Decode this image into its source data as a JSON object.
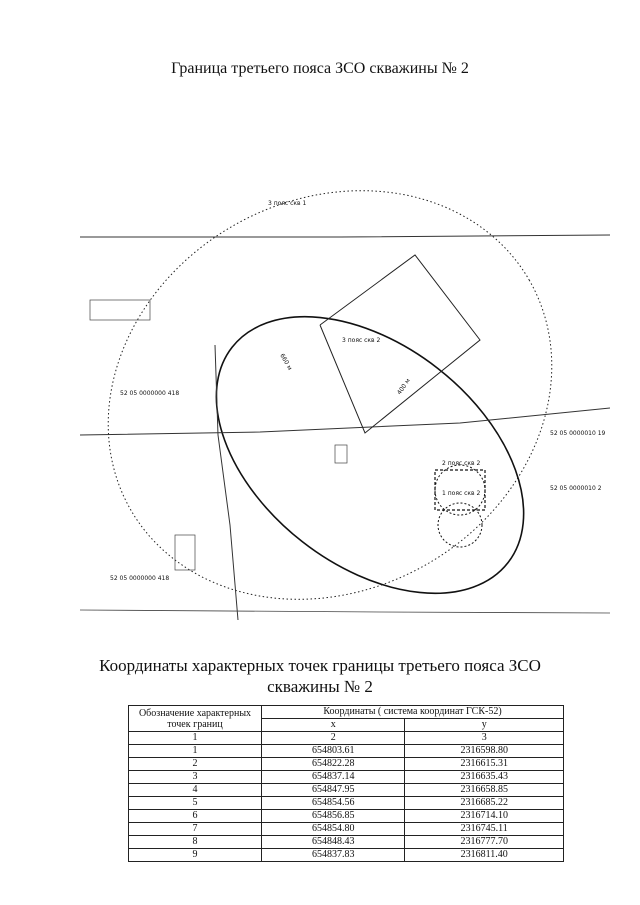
{
  "map": {
    "title": "Граница третьего пояса ЗСО  скважины № 2",
    "labels": {
      "zone3": "3 пояс скв 1",
      "zone3b": "3 пояс скв 2",
      "zone2": "2 пояс скв 2",
      "zone1": "1 пояс скв 2",
      "dist1": "400 м",
      "dist2": "660 м",
      "cad1": "52 05 0000000 418",
      "cad2": "52 05 0000000 418",
      "cad3": "52 05 0000010 19",
      "cad4": "52 05 0000010 2"
    }
  },
  "table": {
    "title_line1": "Координаты характерных точек  границы третьего пояса ЗСО",
    "title_line2": "скважины № 2",
    "header": {
      "col1": "Обозначение характерных точек границ",
      "group": "Координаты ( система координат ГСК-52)",
      "x": "х",
      "y": "у"
    },
    "numbering": [
      "1",
      "2",
      "3"
    ],
    "rows": [
      [
        "1",
        "654803.61",
        "2316598.80"
      ],
      [
        "2",
        "654822.28",
        "2316615.31"
      ],
      [
        "3",
        "654837.14",
        "2316635.43"
      ],
      [
        "4",
        "654847.95",
        "2316658.85"
      ],
      [
        "5",
        "654854.56",
        "2316685.22"
      ],
      [
        "6",
        "654856.85",
        "2316714.10"
      ],
      [
        "7",
        "654854.80",
        "2316745.11"
      ],
      [
        "8",
        "654848.43",
        "2316777.70"
      ],
      [
        "9",
        "654837.83",
        "2316811.40"
      ]
    ]
  }
}
